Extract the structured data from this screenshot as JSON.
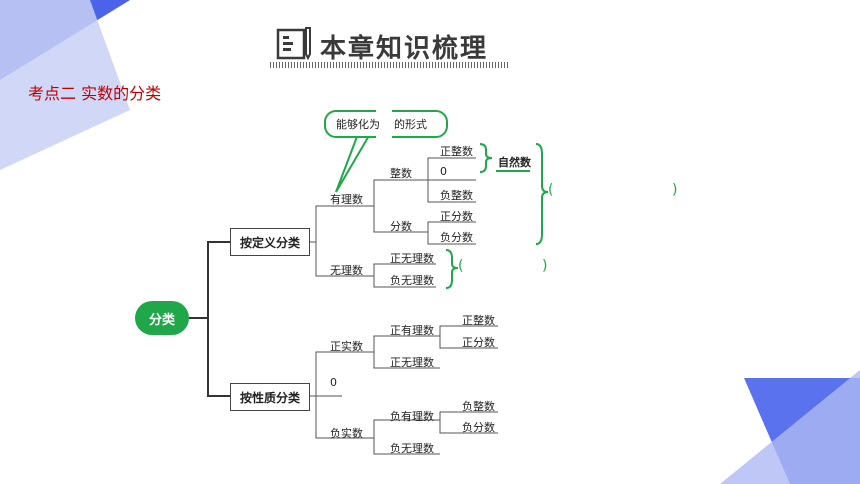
{
  "header": {
    "title": "本章知识梳理"
  },
  "section": {
    "title": "考点二  实数的分类"
  },
  "diagram": {
    "root": "分类",
    "by_definition": {
      "label": "按定义分类",
      "rational": "有理数",
      "integer": "整数",
      "pos_int": "正整数",
      "zero": "0",
      "neg_int": "负整数",
      "fraction": "分数",
      "pos_frac": "正分数",
      "neg_frac": "负分数",
      "natural": "自然数",
      "irrational": "无理数",
      "pos_irr": "正无理数",
      "neg_irr": "负无理数",
      "callout_left": "能够化为",
      "callout_right": "的形式",
      "brace_big_open": "(",
      "brace_big_close": ")",
      "brace_small_open": "(",
      "brace_small_close": ")"
    },
    "by_property": {
      "label": "按性质分类",
      "pos_real": "正实数",
      "pos_rational": "正有理数",
      "pos_int": "正整数",
      "pos_frac": "正分数",
      "pos_irr": "正无理数",
      "zero": "0",
      "neg_real": "负实数",
      "neg_rational": "负有理数",
      "neg_int": "负整数",
      "neg_frac": "负分数",
      "neg_irr": "负无理数"
    }
  },
  "colors": {
    "accent_green": "#1fa74a",
    "section_red": "#c00000",
    "deco_blue": "#4466ee"
  }
}
